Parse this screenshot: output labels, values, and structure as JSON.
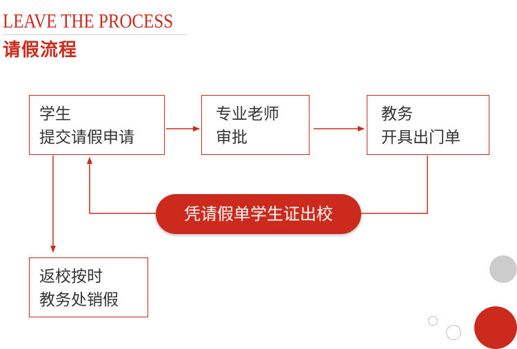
{
  "header": {
    "title_en": "LEAVE THE PROCESS",
    "title_cn": "请假流程"
  },
  "steps": {
    "student_submit": [
      "学生",
      "提交请假申请"
    ],
    "teacher_approve": [
      "专业老师",
      "审批"
    ],
    "office_issue": [
      "教务",
      "开具出门单"
    ],
    "return_cancel": [
      "返校按时",
      "教务处销假"
    ]
  },
  "exit_pill": "凭请假单学生证出校",
  "colors": {
    "accent": "#cc2a1c",
    "text": "#333333",
    "decor_gray": "#cccccc"
  }
}
